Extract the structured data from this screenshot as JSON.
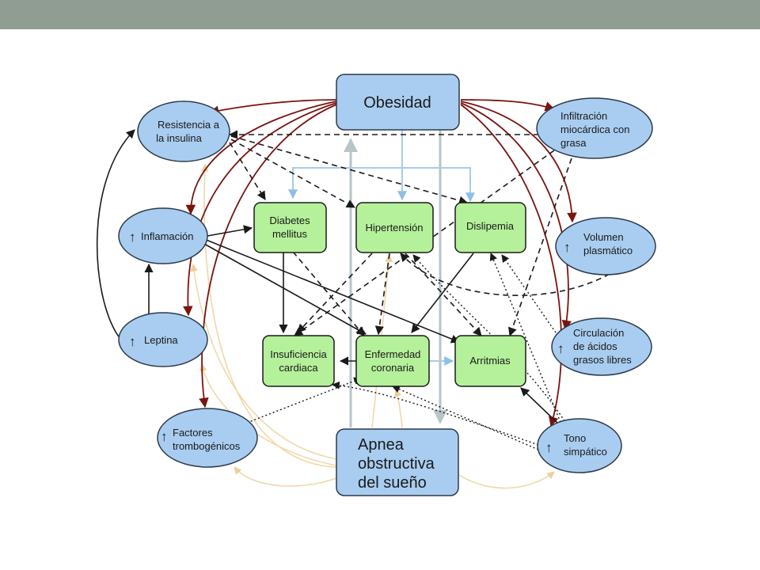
{
  "colors": {
    "header_bar": "#909d93",
    "blue_node_fill": "#a9cdf0",
    "blue_node_stroke": "#2c3a4a",
    "green_node_fill": "#b5f09a",
    "green_node_stroke": "#1a1a1a",
    "ellipse_fill": "#a9cdf0",
    "dark_red_arrow": "#7a1410",
    "light_blue_arrow": "#a6cde8",
    "gray_arrow": "#b7c4c8",
    "tan_arrow": "#f0d8a8",
    "black_arrow": "#1a1a1a"
  },
  "nodes": {
    "obesidad": "Obesidad",
    "apnea": [
      "Apnea",
      "obstructiva",
      "del sueño"
    ],
    "diabetes": [
      "Diabetes",
      "mellitus"
    ],
    "hipertension": "Hipertensión",
    "dislipemia": "Dislipemia",
    "insuficiencia": [
      "Insuficiencia",
      "cardiaca"
    ],
    "enfermedad": [
      "Enfermedad",
      "coronaria"
    ],
    "arritmias": "Arritmias",
    "resistencia": [
      "Resistencia a",
      "la insulina"
    ],
    "inflamacion": "Inflamación",
    "leptina": "Leptina",
    "factores": [
      "Factores",
      "trombogénicos"
    ],
    "infiltracion": [
      "Infiltración",
      "miocárdica con",
      "grasa"
    ],
    "volumen": [
      "Volumen",
      "plasmático"
    ],
    "circulacion": [
      "Circulación",
      "de ácidos",
      "grasos libres"
    ],
    "tono": [
      "Tono",
      "simpático"
    ]
  },
  "increase_symbol": "↑"
}
